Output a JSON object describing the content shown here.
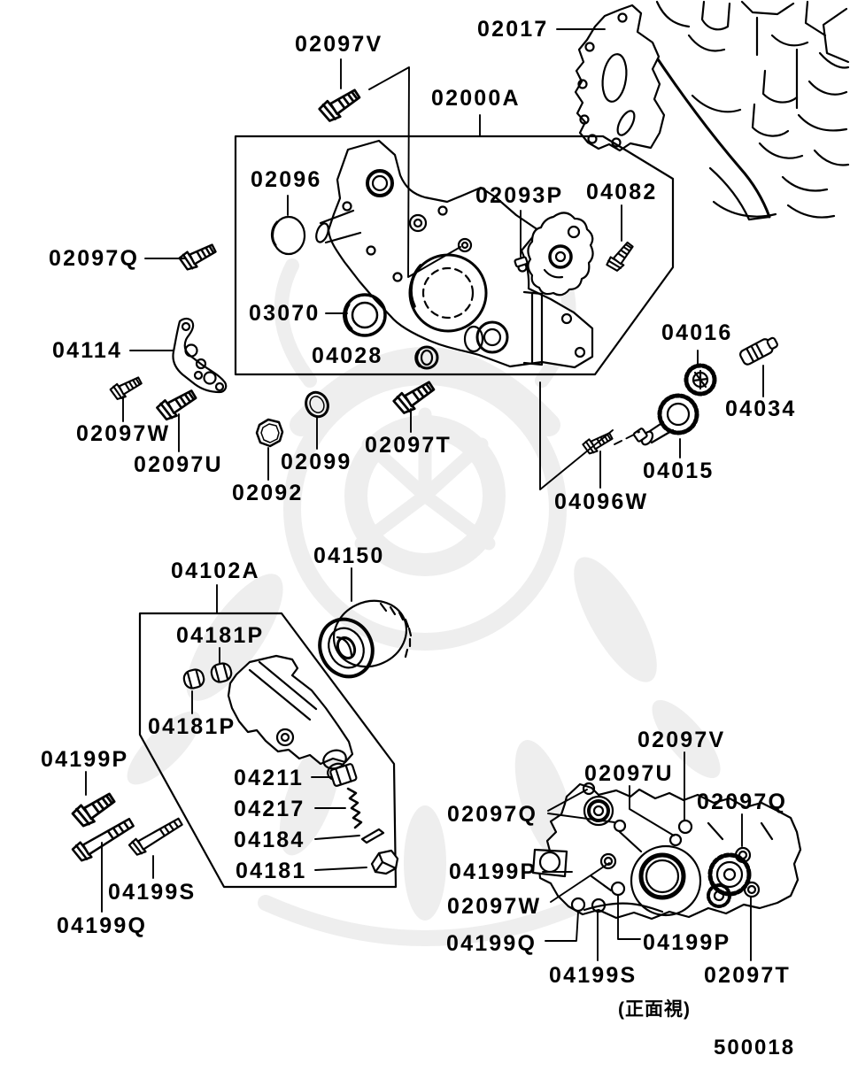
{
  "figure": {
    "part_labels": [
      "02097V",
      "02017",
      "02000A",
      "02096",
      "02093P",
      "04082",
      "02097Q",
      "03070",
      "04114",
      "04028",
      "04016",
      "04034",
      "02097W",
      "02097U",
      "02097T",
      "02099",
      "02092",
      "04015",
      "04096W",
      "04102A",
      "04150",
      "04181P",
      "04181P",
      "04199P",
      "04211",
      "04217",
      "04184",
      "04181",
      "04199S",
      "04199Q",
      "02097V",
      "02097U",
      "02097Q",
      "02097Q",
      "04199P",
      "02097W",
      "04199Q",
      "04199P",
      "04199S",
      "02097T"
    ],
    "view_note": "(正面視)",
    "figure_number": "500018"
  },
  "colors": {
    "line": "#000000",
    "background": "#ffffff",
    "watermark": "#888888"
  }
}
